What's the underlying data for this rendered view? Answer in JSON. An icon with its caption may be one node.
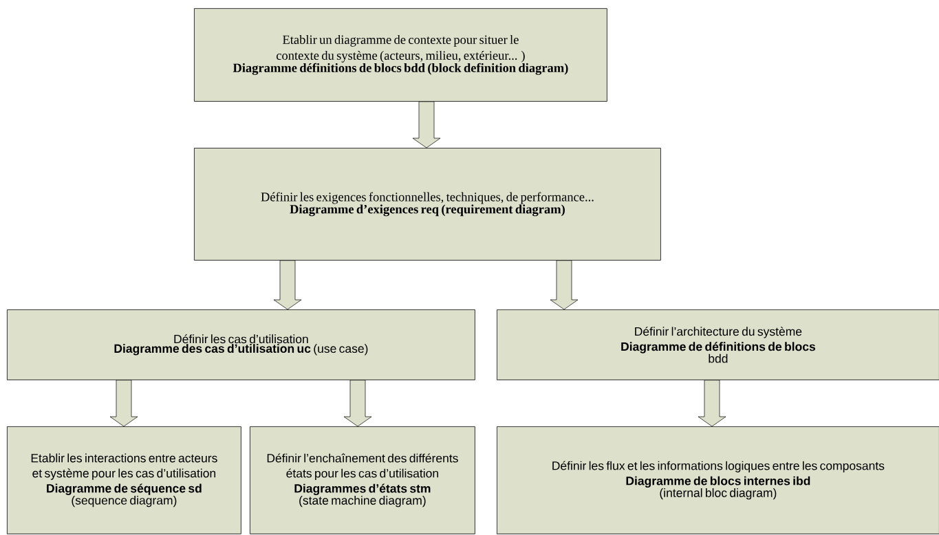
{
  "diagram": {
    "nodes": [
      {
        "text": [
          "Etablir un diagramme de contexte pour situer le contexte du système (acteurs, milieu, extérieur... )",
          "Diagramme définitions de blocs bdd (block definition diagram)"
        ]
      },
      {
        "text": [
          "Définir les exigences fonctionnelles, techniques, de performance...",
          "Diagramme d’exigences req (requirement diagram)"
        ]
      },
      {
        "text": [
          "Définir les cas d’utilisation",
          "**Diagramme des cas d’utilisation uc** (use case)"
        ]
      },
      {
        "text": [
          "Définir l’architecture du système",
          "Diagramme de définitions de blocs",
          "bdd"
        ]
      },
      {
        "text": [
          "Etablir les interactions entre acteurs et système pour les cas d’utilisation",
          "Diagramme de séquence sd",
          "(sequence diagram)"
        ]
      },
      {
        "text": [
          "Définir l’enchaînement des différents états pour les cas d’utilisation",
          "Diagrammes d’états stm",
          "(state machine diagram)"
        ]
      },
      {
        "text": [
          "Définir les flux et les informations logiques entre les composants",
          "Diagramme de blocs internes ibd",
          "(internal bloc diagram)"
        ]
      }
    ],
    "edges": [
      {
        "from": 0,
        "to": 1,
        "arrow": "to"
      },
      {
        "from": 1,
        "to": 2,
        "arrow": "to"
      },
      {
        "from": 1,
        "to": 3,
        "arrow": "to"
      },
      {
        "from": 2,
        "to": 4,
        "arrow": "to"
      },
      {
        "from": 2,
        "to": 5,
        "arrow": "to"
      },
      {
        "from": 3,
        "to": 6,
        "arrow": "to"
      }
    ]
  }
}
